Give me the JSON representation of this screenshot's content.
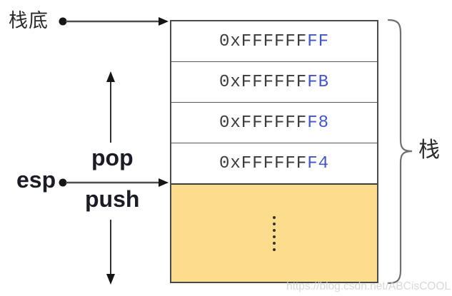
{
  "labels": {
    "stack_bottom": "栈底",
    "esp": "esp",
    "pop": "pop",
    "push": "push",
    "stack_brace": "栈"
  },
  "memory_rows": [
    {
      "prefix": "0xFFFFFF",
      "suffix": "FF"
    },
    {
      "prefix": "0xFFFFFF",
      "suffix": "FB"
    },
    {
      "prefix": "0xFFFFFF",
      "suffix": "F8"
    },
    {
      "prefix": "0xFFFFFF",
      "suffix": "F4"
    }
  ],
  "colors": {
    "address_text": "#3b3b3b",
    "address_suffix_blue": "#4355c8",
    "free_area_fill": "#fcdc8d",
    "border_dark": "#4a4a4a",
    "brace_gray": "#707070"
  },
  "watermark": "https://blog.csdn.net/ABCisCOOL"
}
